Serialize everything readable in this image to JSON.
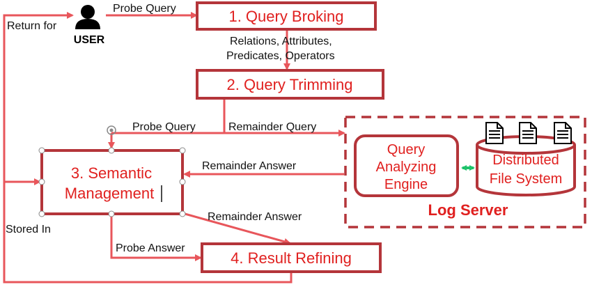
{
  "colors": {
    "box_border": "#b4353a",
    "box_text": "#e0201f",
    "arrow": "#e8565b",
    "dashed_border": "#b4353a",
    "bidirectional": "#1fc36b",
    "user_icon": "#000000"
  },
  "user": {
    "label": "USER",
    "icon": "person-icon"
  },
  "boxes": {
    "query_broking": "1. Query Broking",
    "query_trimming": "2. Query Trimming",
    "semantic_management": [
      "3. Semantic",
      "Management"
    ],
    "result_refining": "4. Result Refining"
  },
  "log_server": {
    "title": "Log Server",
    "engine": [
      "Query",
      "Analyzing",
      "Engine"
    ],
    "dfs": [
      "Distributed",
      "File System"
    ],
    "file_icons": [
      "document-icon",
      "document-icon",
      "document-icon"
    ]
  },
  "edges": {
    "probe_query_top": "Probe Query",
    "relations": [
      "Relations, Attributes,",
      "Predicates, Operators"
    ],
    "probe_query_mid": "Probe Query",
    "remainder_query": "Remainder Query",
    "remainder_answer_1": "Remainder Answer",
    "remainder_answer_2": "Remainder Answer",
    "probe_answer": "Probe Answer",
    "return_for": "Return for",
    "stored_in": "Stored In"
  }
}
